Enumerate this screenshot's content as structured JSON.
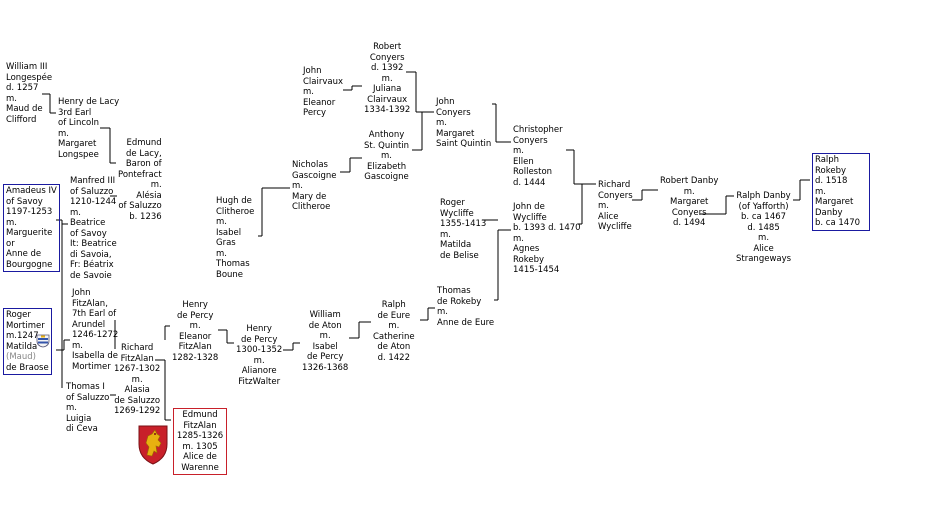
{
  "colors": {
    "line": "#000000",
    "box_blue": "#1a1aa0",
    "box_red": "#c8202a",
    "muted": "#888888",
    "shield_red": "#c8202a",
    "shield_gold": "#e8b010"
  },
  "people": {
    "william_longespee": [
      "William III",
      "Longespée",
      "d. 1257",
      "m.",
      "Maud de",
      "Clifford"
    ],
    "henry_de_lacy": [
      "Henry de Lacy",
      "3rd Earl",
      "of Lincoln",
      "m.",
      "Margaret",
      "Longspee"
    ],
    "edmund_de_lacy": [
      "Edmund",
      "de Lacy,",
      "Baron of",
      "Pontefract",
      "m.",
      "Alésia",
      "of Saluzzo",
      "b. 1236"
    ],
    "amadeus": [
      "Amadeus IV",
      "of Savoy",
      "1197-1253",
      "m.",
      "Marguerite",
      "or",
      "Anne de",
      "Bourgogne"
    ],
    "manfred": [
      "Manfred III",
      "of Saluzzo",
      "1210-1244",
      "m.",
      "Beatrice",
      "of Savoy",
      "It: Beatrice",
      "di Savoia,",
      "Fr: Béatrix",
      "de Savoie"
    ],
    "roger_mortimer": {
      "l1": "Roger",
      "l2": "Mortimer",
      "l3": "m.1247",
      "l4": "Matilda",
      "l5": "(Maud)",
      "l6": "de Braose"
    },
    "john_fitzalan": [
      "John",
      "FitzAlan,",
      "7th Earl of",
      "Arundel",
      "1246-1272",
      "m.",
      "Isabella de",
      "Mortimer"
    ],
    "richard_fitzalan": [
      "Richard",
      "FitzAlan",
      "1267-1302",
      "m.",
      "Alasia",
      "de Saluzzo",
      "1269-1292"
    ],
    "thomas_saluzzo": [
      "Thomas I",
      "of Saluzzo",
      "m.",
      "Luigia",
      "di Ceva"
    ],
    "edmund_fitzalan": [
      "Edmund",
      "FitzAlan",
      "1285-1326",
      "m. 1305",
      "Alice de",
      "Warenne"
    ],
    "henry_percy_1": [
      "Henry",
      "de Percy",
      "m.",
      "Eleanor",
      "FitzAlan",
      "1282-1328"
    ],
    "henry_percy_2": [
      "Henry",
      "de Percy",
      "1300-1352",
      "m.",
      "Alianore",
      "FitzWalter"
    ],
    "william_aton": [
      "William",
      "de Aton",
      "m.",
      "Isabel",
      "de Percy",
      "1326-1368"
    ],
    "ralph_eure": [
      "Ralph",
      "de Eure",
      "m.",
      "Catherine",
      "de Aton",
      "d. 1422"
    ],
    "thomas_rokeby": [
      "Thomas",
      "de Rokeby",
      "m.",
      "Anne de Eure"
    ],
    "roger_wycliffe": [
      "Roger",
      "Wycliffe",
      "1355-1413",
      "m.",
      "Matilda",
      "de Belise"
    ],
    "john_wycliffe": [
      "John de",
      "Wycliffe",
      "b. 1393 d. 1470",
      "m.",
      "Agnes",
      "Rokeby",
      "1415-1454"
    ],
    "hugh_clitheroe": [
      "Hugh de",
      "Clitheroe",
      "m.",
      "Isabel",
      "Gras",
      "m.",
      "Thomas",
      "Boune"
    ],
    "nicholas_gascoigne": [
      "Nicholas",
      "Gascoigne",
      "m.",
      "Mary de",
      "Clitheroe"
    ],
    "john_clairvaux": [
      "John",
      "Clairvaux",
      "m.",
      "Eleanor",
      "Percy"
    ],
    "robert_conyers": [
      "Robert",
      "Conyers",
      "d. 1392",
      "m.",
      "Juliana",
      "Clairvaux",
      "1334-1392"
    ],
    "anthony_quintin": [
      "Anthony",
      "St. Quintin",
      "m.",
      "Elizabeth",
      "Gascoigne"
    ],
    "john_conyers": [
      "John",
      "Conyers",
      "m.",
      "Margaret",
      "Saint Quintin"
    ],
    "christopher_conyers": [
      "Christopher",
      "Conyers",
      "m.",
      "Ellen",
      "Rolleston",
      "d. 1444"
    ],
    "richard_conyers": [
      "Richard",
      "Conyers",
      "m.",
      "Alice",
      "Wycliffe"
    ],
    "robert_danby": [
      "Robert Danby",
      "m.",
      "Margaret",
      "Conyers",
      "d. 1494"
    ],
    "ralph_danby": [
      "Ralph Danby",
      "(of Yafforth)",
      "b. ca 1467",
      "d. 1485",
      "m.",
      "Alice",
      "Strangeways"
    ],
    "ralph_rokeby": [
      "Ralph",
      "Rokeby",
      "d. 1518",
      "m.",
      "Margaret",
      "Danby",
      "b. ca 1470"
    ]
  },
  "icons": {
    "shield": "shield-lion-icon",
    "crest": "small-crest-icon"
  }
}
